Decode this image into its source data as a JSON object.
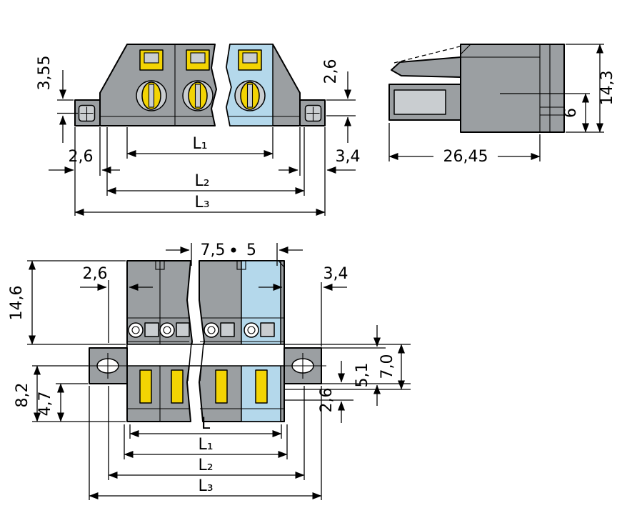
{
  "drawing": {
    "type": "technical-dimensional-drawing",
    "subject": "multi-pole female plug connector with screw clamps and mounting flanges",
    "colors": {
      "body_gray": "#9b9fa2",
      "detail_gray": "#c9cdd0",
      "accent_yellow": "#f3d403",
      "highlight_blue": "#b4d8eb",
      "line_black": "#000000",
      "background": "#ffffff"
    },
    "views": {
      "front_top": {
        "name": "front view, clamping-screw side",
        "dims": {
          "screw_offset": "3,55",
          "flange_left_width": "2,6",
          "l1": "L₁",
          "top_right_offset": "2,6",
          "flange_right_width": "3,4",
          "l2": "L₂",
          "l3": "L₃"
        }
      },
      "side": {
        "name": "side view with locking latch",
        "dims": {
          "depth": "26,45",
          "height": "14,3",
          "lower_height": "6"
        }
      },
      "front_bottom": {
        "name": "front view, mating side with mounting flanges",
        "dims": {
          "pitch": "7,5",
          "pitch_small": "5",
          "left_offset": "2,6",
          "right_offset": "3,4",
          "upper_height": "14,6",
          "flange_drop": "8,2",
          "flange_lower": "4,7",
          "right_a": "5,1",
          "right_b": "7,0",
          "right_c": "2,6",
          "l": "L",
          "l1": "L₁",
          "l2": "L₂",
          "l3": "L₃"
        }
      }
    }
  }
}
